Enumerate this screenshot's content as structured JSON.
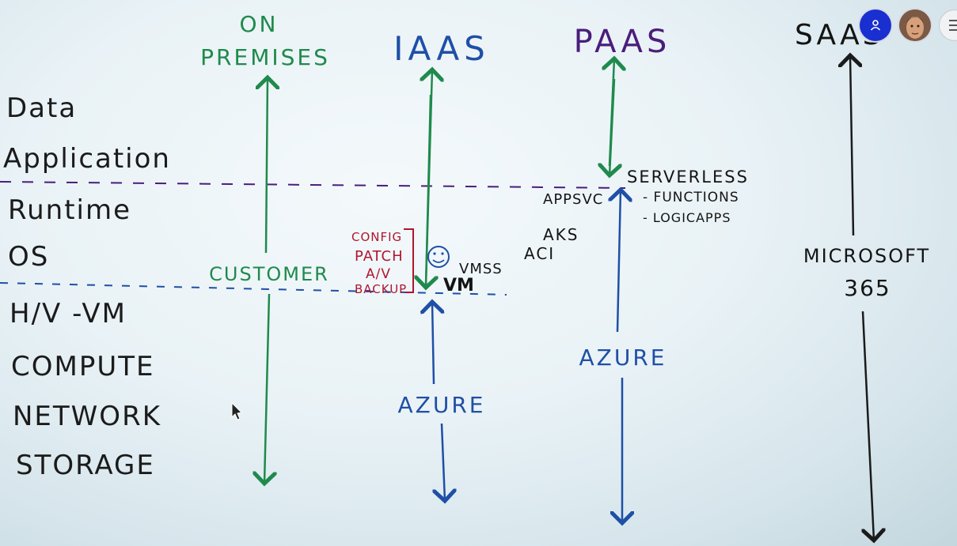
{
  "layers": {
    "left": [
      "Data",
      "Application",
      "Runtime",
      "OS",
      "H/V -VM",
      "COMPUTE",
      "NETWORK",
      "STORAGE"
    ]
  },
  "columns": {
    "on_premises": {
      "line1": "ON",
      "line2": "PREMISES",
      "caption": "CUSTOMER",
      "color": "#1f8a4c"
    },
    "iaas": {
      "heading": "IAAS",
      "vm": "VM",
      "vmss": "VMSS",
      "caption": "AZURE",
      "notes": [
        "CONFIG",
        "PATCH",
        "A/V",
        "BACKUP"
      ]
    },
    "paas": {
      "heading": "PAAS",
      "serverless": "SERVERLESS",
      "functions": "- FUNCTIONS",
      "logicapps": "- LOGICAPPS",
      "appsvc": "APPSVC",
      "aks": "AKS",
      "aci": "ACI",
      "caption": "AZURE"
    },
    "saas": {
      "heading": "SAAS",
      "caption_line1": "MICROSOFT",
      "caption_line2": "365"
    }
  },
  "colors": {
    "customer": "#1f8a4c",
    "provider": "#1f4fa6",
    "boundary": "#4b1d7a",
    "notes": "#b0162e",
    "avatar": "#1a2fd0"
  },
  "icons": {
    "user_avatar": "person-icon",
    "presenter_avatar": "face-icon",
    "menu": "menu-icon",
    "smiley": "smiley-icon"
  }
}
